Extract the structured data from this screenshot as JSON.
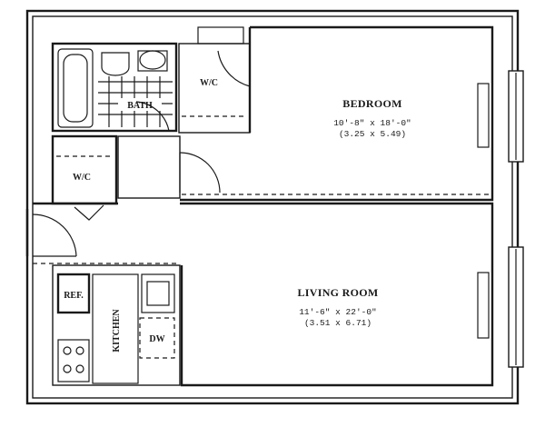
{
  "rooms": {
    "bedroom": {
      "name": "BEDROOM",
      "dim_imperial": "10'-8\" x 18'-0\"",
      "dim_metric": "(3.25 x 5.49)"
    },
    "living_room": {
      "name": "LIVING ROOM",
      "dim_imperial": "11'-6\" x 22'-0\"",
      "dim_metric": "(3.51 x 6.71)"
    },
    "bath": {
      "name": "BATH"
    },
    "wc_upper": {
      "name": "W/C"
    },
    "wc_lower": {
      "name": "W/C"
    },
    "kitchen": {
      "name": "KITCHEN"
    },
    "ref": {
      "name": "REF."
    },
    "dw": {
      "name": "DW"
    }
  }
}
